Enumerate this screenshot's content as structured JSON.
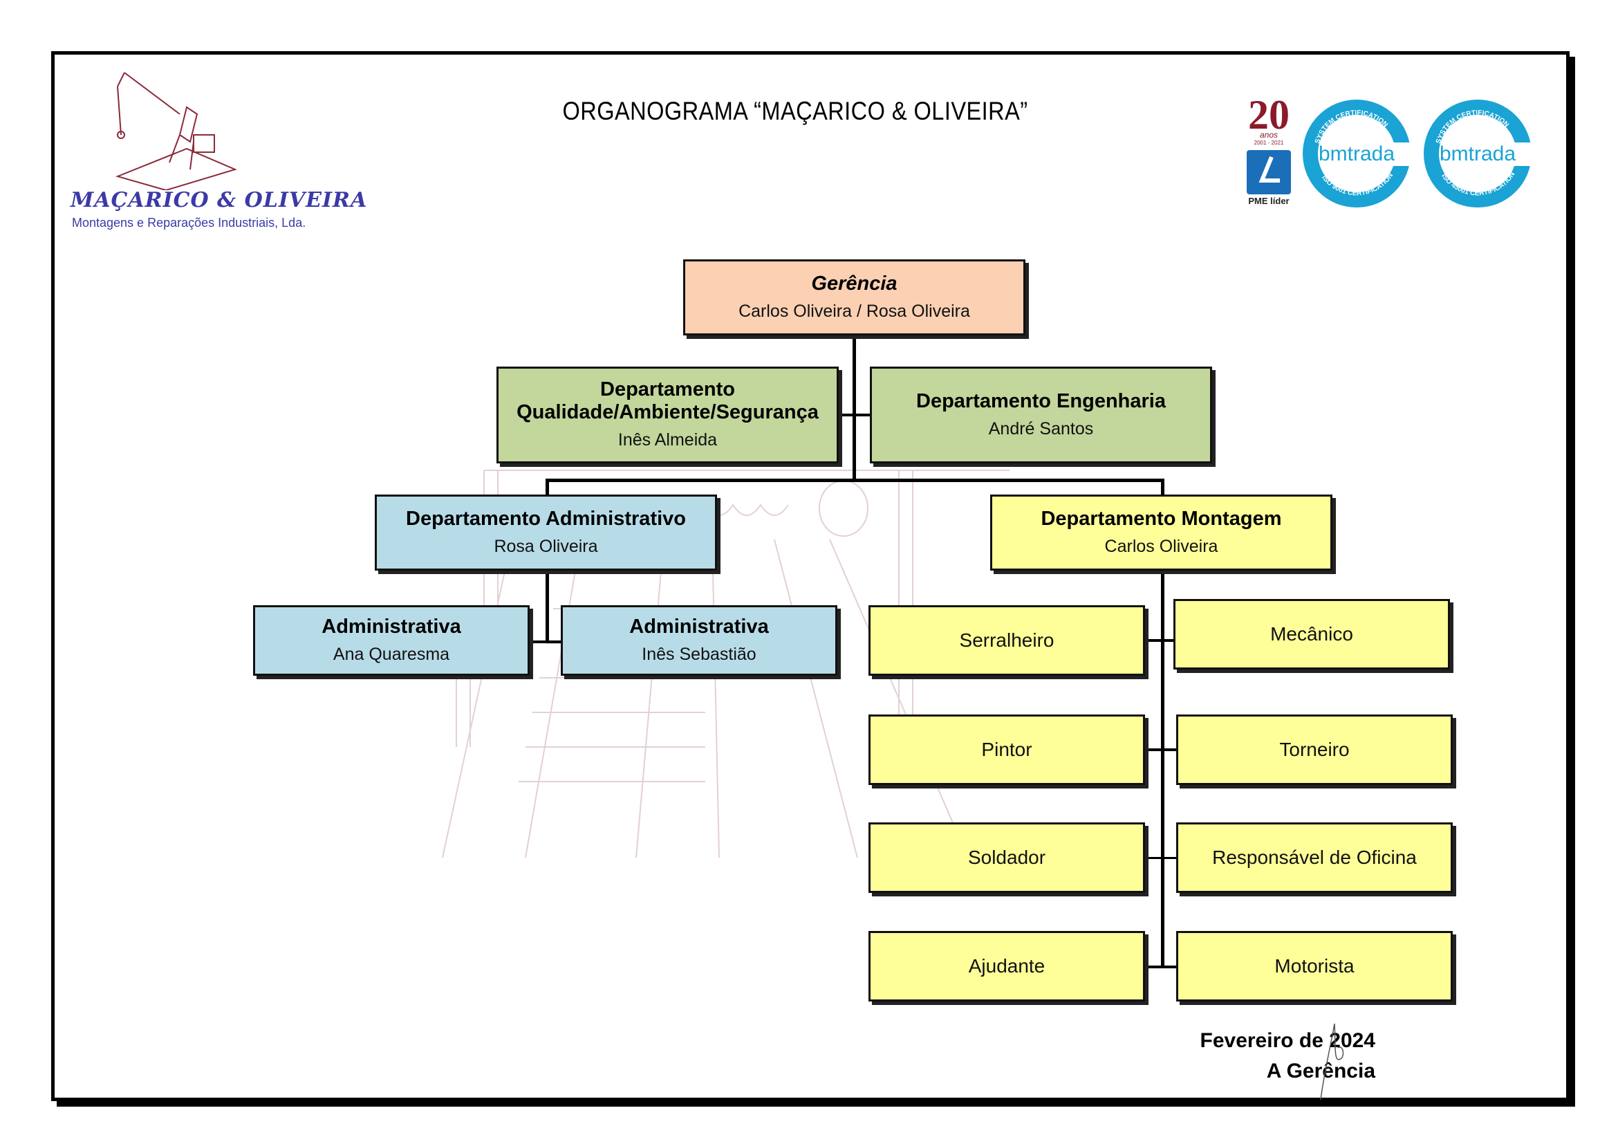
{
  "title": "ORGANOGRAMA “MAÇARICO & OLIVEIRA”",
  "company": {
    "name": "MAÇARICO & OLIVEIRA",
    "subtitle": "Montagens e Reparações Industriais, Lda."
  },
  "badges": {
    "anniversary_number": "20",
    "anniversary_word": "anos",
    "anniversary_years": "2001 - 2021",
    "pme_label": "PME líder",
    "cert1_brand": "bmtrada",
    "cert1_top": "SYSTEM CERTIFICATION",
    "cert1_bottom": "ISO 9001 CERTIFICATION",
    "cert2_brand": "bmtrada",
    "cert2_top": "SYSTEM CERTIFICATION",
    "cert2_bottom": "ISO 45001 CERTIFICATION",
    "brand_color": "#1aa3d4",
    "anniversary_color": "#8b1a2b"
  },
  "colors": {
    "management": "#fbd0b3",
    "staff_departments": "#c3d69b",
    "administrative": "#b8dce7",
    "assembly": "#ffff99"
  },
  "nodes": {
    "gerencia": {
      "title": "Gerência",
      "person": "Carlos Oliveira / Rosa Oliveira"
    },
    "qualidade": {
      "title_line1": "Departamento",
      "title_line2": "Qualidade/Ambiente/Segurança",
      "person": "Inês Almeida"
    },
    "engenharia": {
      "title": "Departamento Engenharia",
      "person": "André Santos"
    },
    "administrativo": {
      "title": "Departamento Administrativo",
      "person": "Rosa Oliveira"
    },
    "montagem": {
      "title": "Departamento Montagem",
      "person": "Carlos Oliveira"
    },
    "admin1": {
      "title": "Administrativa",
      "person": "Ana Quaresma"
    },
    "admin2": {
      "title": "Administrativa",
      "person": "Inês Sebastião"
    },
    "roles": {
      "serralheiro": "Serralheiro",
      "mecanico": "Mecânico",
      "pintor": "Pintor",
      "torneiro": "Torneiro",
      "soldador": "Soldador",
      "responsavel": "Responsável de Oficina",
      "ajudante": "Ajudante",
      "motorista": "Motorista"
    }
  },
  "footer": {
    "date": "Fevereiro de 2024",
    "signature": "A Gerência"
  }
}
